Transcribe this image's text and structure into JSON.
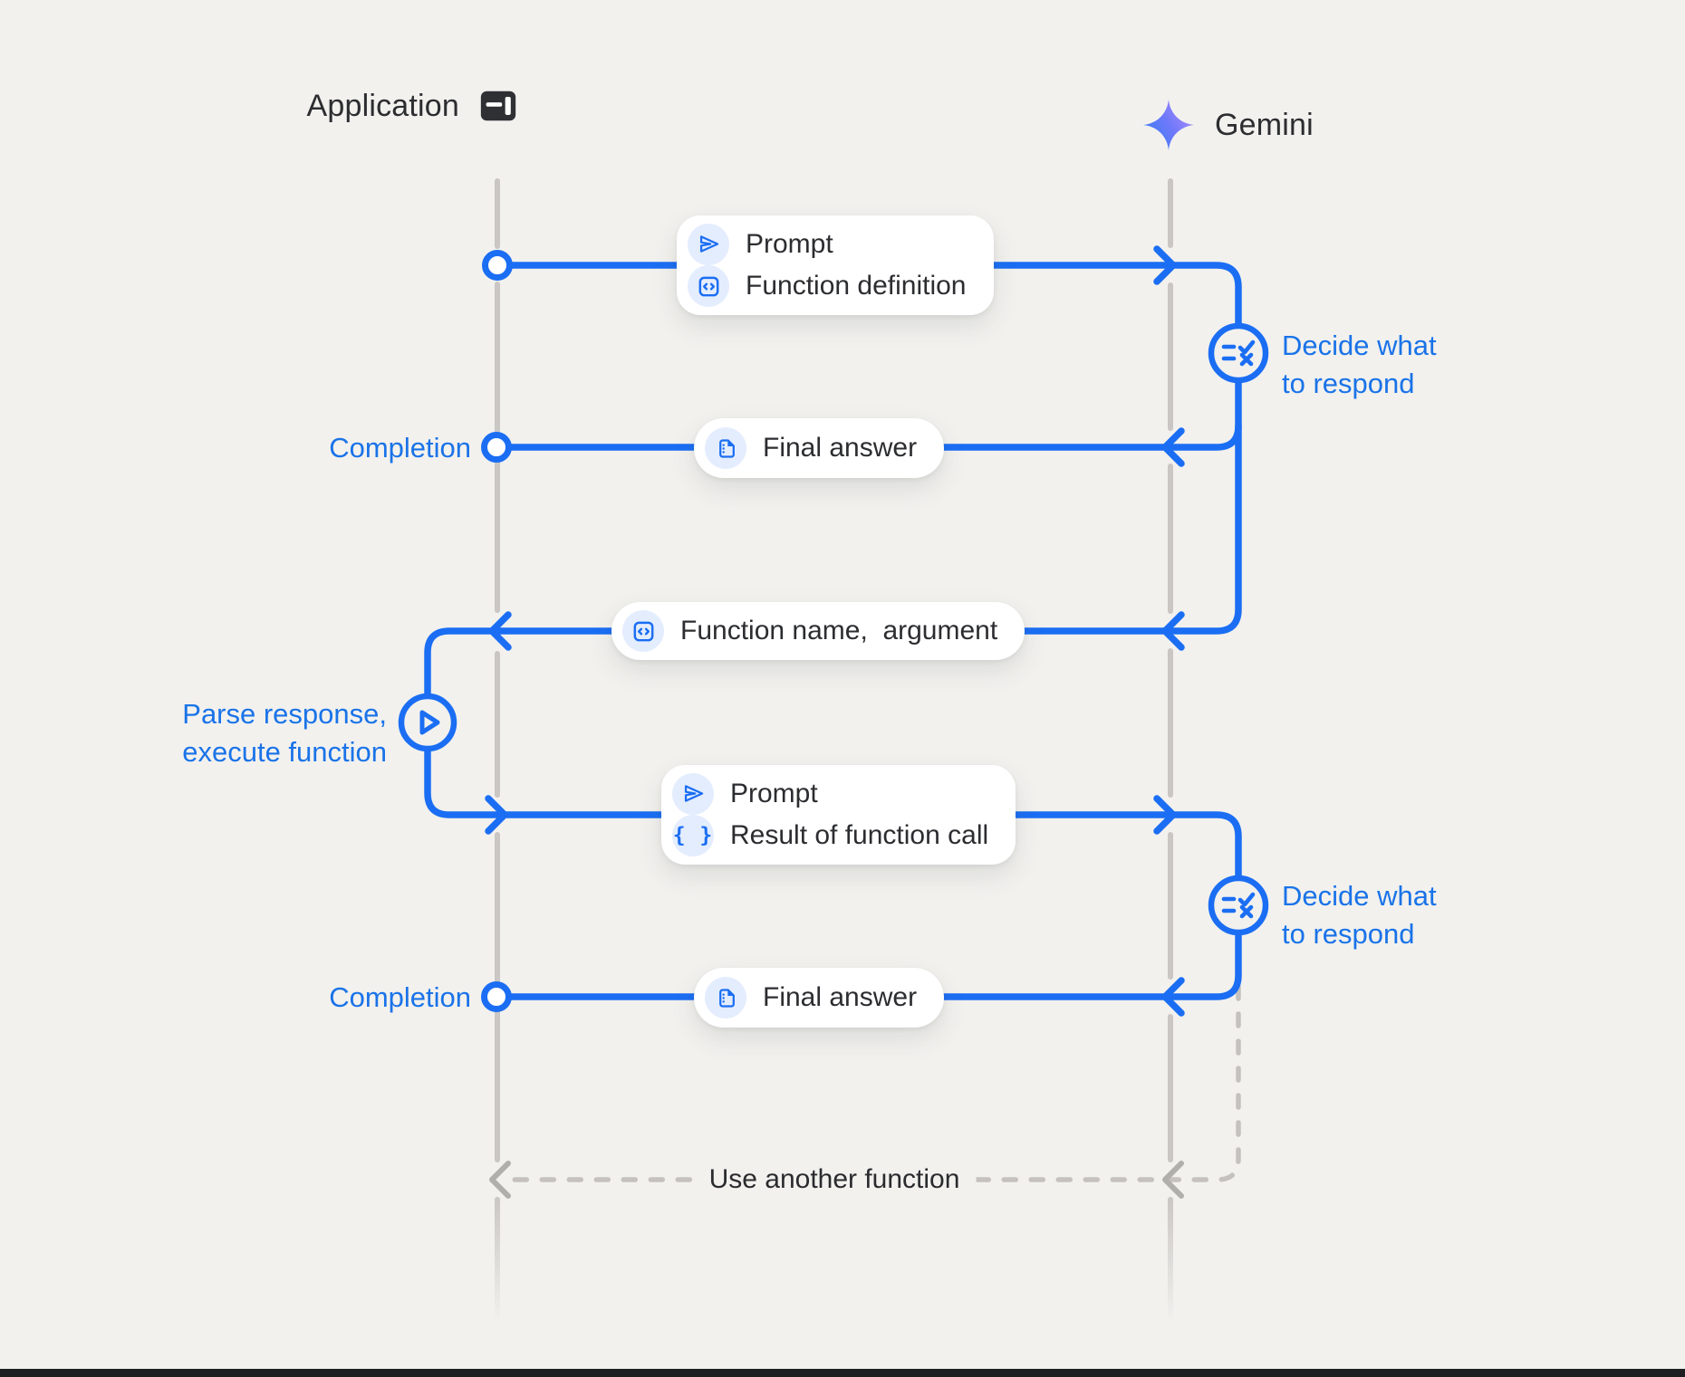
{
  "diagram_type": "sequence-flow",
  "actors": {
    "application": {
      "label": "Application",
      "icon": "app-window-icon"
    },
    "gemini": {
      "label": "Gemini",
      "icon": "gemini-sparkle-icon"
    }
  },
  "messages": {
    "prompt_function_definition": {
      "direction": "application-to-gemini",
      "rows": [
        {
          "icon": "send-icon",
          "label": "Prompt"
        },
        {
          "icon": "code-icon",
          "label": "Function definition"
        }
      ]
    },
    "final_answer_1": {
      "direction": "gemini-to-application",
      "icon": "document-icon",
      "label": "Final answer"
    },
    "function_name_argument": {
      "direction": "gemini-to-application",
      "icon": "code-icon",
      "label": "Function name,  argument"
    },
    "prompt_result": {
      "direction": "application-to-gemini",
      "rows": [
        {
          "icon": "send-icon",
          "label": "Prompt"
        },
        {
          "icon": "braces-icon",
          "label": "Result of function call"
        }
      ]
    },
    "final_answer_2": {
      "direction": "gemini-to-application",
      "icon": "document-icon",
      "label": "Final answer"
    }
  },
  "labels": {
    "completion_1": "Completion",
    "completion_2": "Completion",
    "decide_1_line1": "Decide what",
    "decide_1_line2": "to respond",
    "decide_2_line1": "Decide what",
    "decide_2_line2": "to respond",
    "parse_line1": "Parse response,",
    "parse_line2": "execute function",
    "use_another_function": "Use another function"
  },
  "icons": {
    "braces_glyph": "{ }"
  },
  "colors": {
    "background": "#f2f1ee",
    "line_blue": "#1b6ef3",
    "text_blue": "#1a73e8",
    "dark_text": "#2c2d30",
    "lifeline_gray": "#c9c6c3",
    "dashed_gray": "#c5c2be",
    "icon_chip_blue": "#e4edfd",
    "card_white": "#ffffff",
    "gemini_gradient": [
      "#2f7bf7",
      "#ab8bfb"
    ]
  }
}
